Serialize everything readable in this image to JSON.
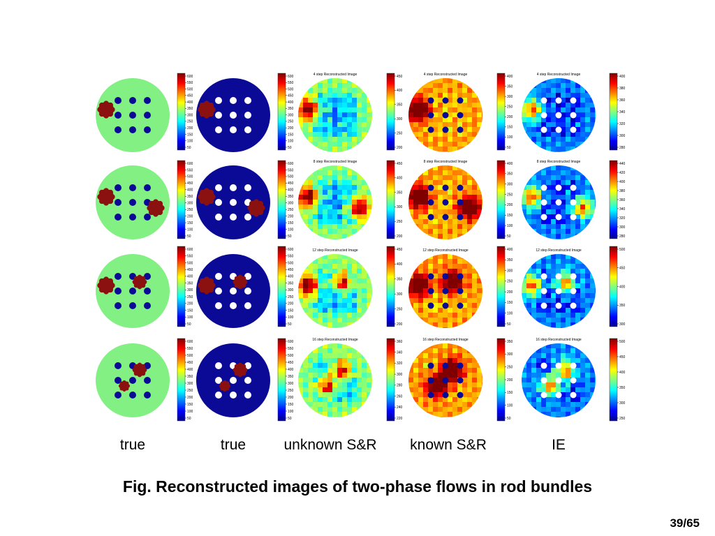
{
  "figure": {
    "caption": "Fig. Reconstructed images of two-phase flows in rod bundles",
    "page_number": "39/65",
    "column_labels": [
      "true",
      "true",
      "unknown S&R",
      "known S&R",
      "IE"
    ],
    "panel_titles": [
      [
        "4 step  Reconstructed Image",
        "4 step  Reconstructed Image",
        "4 step  Reconstructed Image"
      ],
      [
        "8 step  Reconstructed Image",
        "8 step  Reconstructed Image",
        "8 step  Reconstructed Image"
      ],
      [
        "12 step  Reconstructed Image",
        "12 step  Reconstructed Image",
        "12 step  Reconstructed Image"
      ],
      [
        "16 step  Reconstructed Image",
        "16 step  Reconstructed Image",
        "16 step  Reconstructed Image"
      ]
    ],
    "colorbar_ticks": {
      "true_green": [
        "600",
        "550",
        "500",
        "450",
        "400",
        "350",
        "300",
        "250",
        "200",
        "150",
        "100",
        "50"
      ],
      "true_blue": [
        "600",
        "550",
        "500",
        "450",
        "400",
        "350",
        "300",
        "250",
        "200",
        "150",
        "100",
        "50"
      ],
      "unknown_sr": [
        [
          "450",
          "400",
          "350",
          "300",
          "250",
          "200"
        ],
        [
          "450",
          "400",
          "350",
          "300",
          "250",
          "200"
        ],
        [
          "450",
          "400",
          "350",
          "300",
          "250",
          "200"
        ],
        [
          "360",
          "340",
          "320",
          "300",
          "280",
          "260",
          "240",
          "220"
        ]
      ],
      "known_sr": [
        [
          "400",
          "350",
          "300",
          "250",
          "200",
          "150",
          "100",
          "50"
        ],
        [
          "400",
          "350",
          "300",
          "250",
          "200",
          "150",
          "100",
          "50"
        ],
        [
          "400",
          "350",
          "300",
          "250",
          "200",
          "150",
          "100",
          "50"
        ],
        [
          "350",
          "300",
          "250",
          "200",
          "150",
          "100",
          "50"
        ]
      ],
      "ie": [
        [
          "400",
          "380",
          "360",
          "340",
          "320",
          "300",
          "280"
        ],
        [
          "440",
          "420",
          "400",
          "380",
          "360",
          "340",
          "320",
          "300",
          "280"
        ],
        [
          "500",
          "450",
          "400",
          "350",
          "300"
        ],
        [
          "500",
          "450",
          "400",
          "350",
          "300",
          "250"
        ]
      ]
    },
    "colors": {
      "green_background": "#82f082",
      "navy": "#0a0a96",
      "bubble": "#8b1010",
      "rod_white": "#ffffff"
    }
  }
}
